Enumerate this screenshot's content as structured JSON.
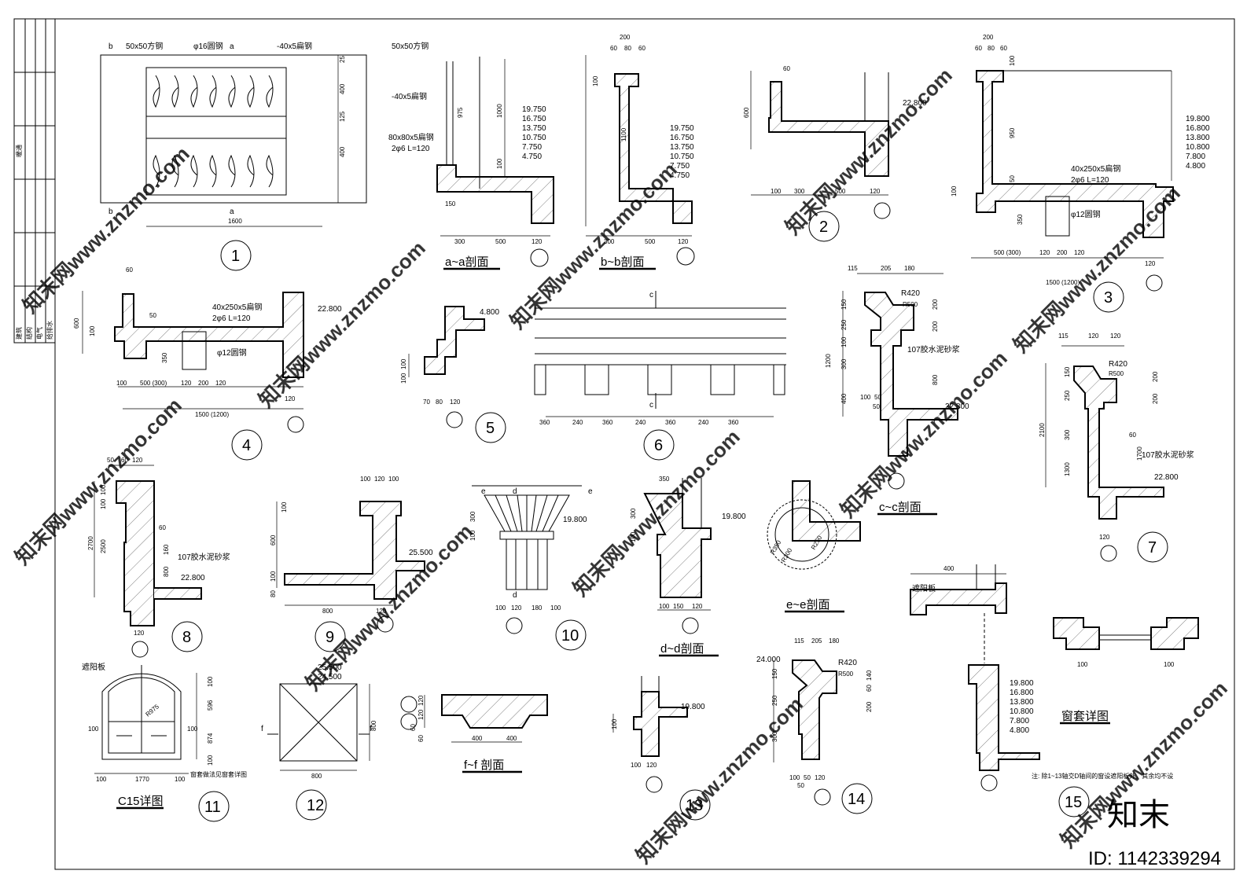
{
  "title_block": {
    "discipline_hvac": "暖通",
    "disciplines": [
      "建筑",
      "结构",
      "电气",
      "给排水"
    ]
  },
  "details": {
    "d1": {
      "number": "1",
      "labels": [
        "50x50方钢",
        "φ16圆钢",
        "-40x5扁钢"
      ],
      "section_marks": [
        "b",
        "a",
        "a",
        "b"
      ],
      "dims": [
        "1600",
        "25",
        "400",
        "125",
        "400"
      ]
    },
    "sec_aa": {
      "caption": "a~a剖面",
      "labels": [
        "50x50方钢",
        "-40x5扁钢",
        "80x80x5扁钢",
        "2φ6 L=120"
      ],
      "levels": [
        "19.750",
        "16.750",
        "13.750",
        "10.750",
        "7.750",
        "4.750"
      ],
      "dims": [
        "1000",
        "975",
        "150",
        "100",
        "300",
        "500",
        "120"
      ]
    },
    "sec_bb": {
      "caption": "b~b剖面",
      "levels": [
        "19.750",
        "16.750",
        "13.750",
        "10.750",
        "7.750",
        "4.750"
      ],
      "dims": [
        "200",
        "60",
        "80",
        "60",
        "100",
        "1100",
        "300",
        "500",
        "120"
      ]
    },
    "d2": {
      "number": "2",
      "level": "22.800",
      "dims": [
        "60",
        "600",
        "100",
        "300",
        "500",
        "120"
      ]
    },
    "d3": {
      "number": "3",
      "labels": [
        "40x250x5扁钢",
        "2φ6 L=120",
        "φ12圆钢"
      ],
      "levels": [
        "19.800",
        "16.800",
        "13.800",
        "10.800",
        "7.800",
        "4.800"
      ],
      "dims": [
        "200",
        "60",
        "80",
        "60",
        "100",
        "950",
        "50",
        "100",
        "350",
        "500 (300)",
        "120",
        "200",
        "120",
        "1500 (1200)",
        "120"
      ]
    },
    "d4": {
      "number": "4",
      "labels": [
        "40x250x5扁钢",
        "2φ6 L=120",
        "φ12圆钢"
      ],
      "level": "22.800",
      "dims": [
        "60",
        "600",
        "100",
        "50",
        "350",
        "100",
        "500 (300)",
        "120",
        "200",
        "120",
        "1500 (1200)",
        "120"
      ]
    },
    "d5": {
      "number": "5",
      "level": "4.800",
      "dims": [
        "100",
        "100",
        "70",
        "80",
        "120"
      ]
    },
    "d6": {
      "number": "6",
      "section_marks": [
        "c",
        "c"
      ],
      "dims": [
        "360",
        "240",
        "360",
        "240",
        "360",
        "240",
        "360"
      ]
    },
    "sec_cc": {
      "caption": "c~c剖面",
      "labels": [
        "R420",
        "R500",
        "107胶水泥砂浆"
      ],
      "level": "22.800",
      "dims": [
        "115",
        "205",
        "180",
        "150",
        "250",
        "100",
        "300",
        "400",
        "1200",
        "200",
        "200",
        "800",
        "100",
        "50",
        "50"
      ]
    },
    "d7": {
      "number": "7",
      "labels": [
        "R420",
        "R500",
        "107胶水泥砂浆"
      ],
      "level": "22.800",
      "dims": [
        "115",
        "120",
        "120",
        "150",
        "250",
        "300",
        "1300",
        "2100",
        "200",
        "200",
        "60",
        "1700",
        "120"
      ]
    },
    "d8": {
      "number": "8",
      "labels": [
        "107胶水泥砂浆"
      ],
      "level": "22.800",
      "dims": [
        "50",
        "60",
        "120",
        "100",
        "100",
        "2700",
        "2500",
        "60",
        "160",
        "800",
        "120"
      ]
    },
    "d9": {
      "number": "9",
      "level": "25.500",
      "dims": [
        "100",
        "120",
        "100",
        "100",
        "600",
        "100",
        "80",
        "800",
        "120"
      ]
    },
    "d10": {
      "number": "10",
      "section_marks": [
        "e",
        "d",
        "e",
        "d"
      ],
      "level": "19.800",
      "dims": [
        "300",
        "100",
        "100",
        "120",
        "180",
        "100"
      ]
    },
    "sec_dd": {
      "caption": "d~d剖面",
      "level": "19.800",
      "dims": [
        "350",
        "300",
        "100",
        "100",
        "150",
        "120"
      ]
    },
    "sec_ee": {
      "caption": "e~e剖面",
      "labels": [
        "R350",
        "R300",
        "R250"
      ]
    },
    "d11": {
      "number": "11",
      "caption": "C15详图",
      "labels": [
        "遮阳板",
        "R975",
        "窗套做法见窗套详图"
      ],
      "dims": [
        "100",
        "100",
        "100",
        "1770",
        "100",
        "100",
        "596",
        "874",
        "100"
      ]
    },
    "d12": {
      "number": "12",
      "levels": [
        "25.500",
        "24.500"
      ],
      "section_marks": [
        "f",
        "f"
      ],
      "dims": [
        "800",
        "800"
      ]
    },
    "sec_ff": {
      "caption": "f~f 剖面",
      "dims": [
        "120",
        "120",
        "60",
        "60",
        "400",
        "400"
      ]
    },
    "d13": {
      "number": "13",
      "level": "19.800",
      "dims": [
        "100",
        "100",
        "120"
      ]
    },
    "d14": {
      "number": "14",
      "labels": [
        "R420",
        "R500"
      ],
      "level": "24.000",
      "dims": [
        "115",
        "205",
        "180",
        "150",
        "250",
        "300",
        "140",
        "60",
        "200",
        "100",
        "50",
        "50",
        "120"
      ]
    },
    "d15": {
      "number": "15",
      "labels": [
        "遮阳板",
        "窗套详图"
      ],
      "levels": [
        "19.800",
        "16.800",
        "13.800",
        "10.800",
        "7.800",
        "4.800"
      ],
      "dims": [
        "400",
        "100",
        "100"
      ],
      "note": "注: 除1~13轴交D轴间的窗设遮阳板外，其余均不设"
    }
  },
  "watermark": {
    "text": "知末网www.znzmo.com",
    "brand": "知末",
    "id_label": "ID: 1142339294"
  }
}
